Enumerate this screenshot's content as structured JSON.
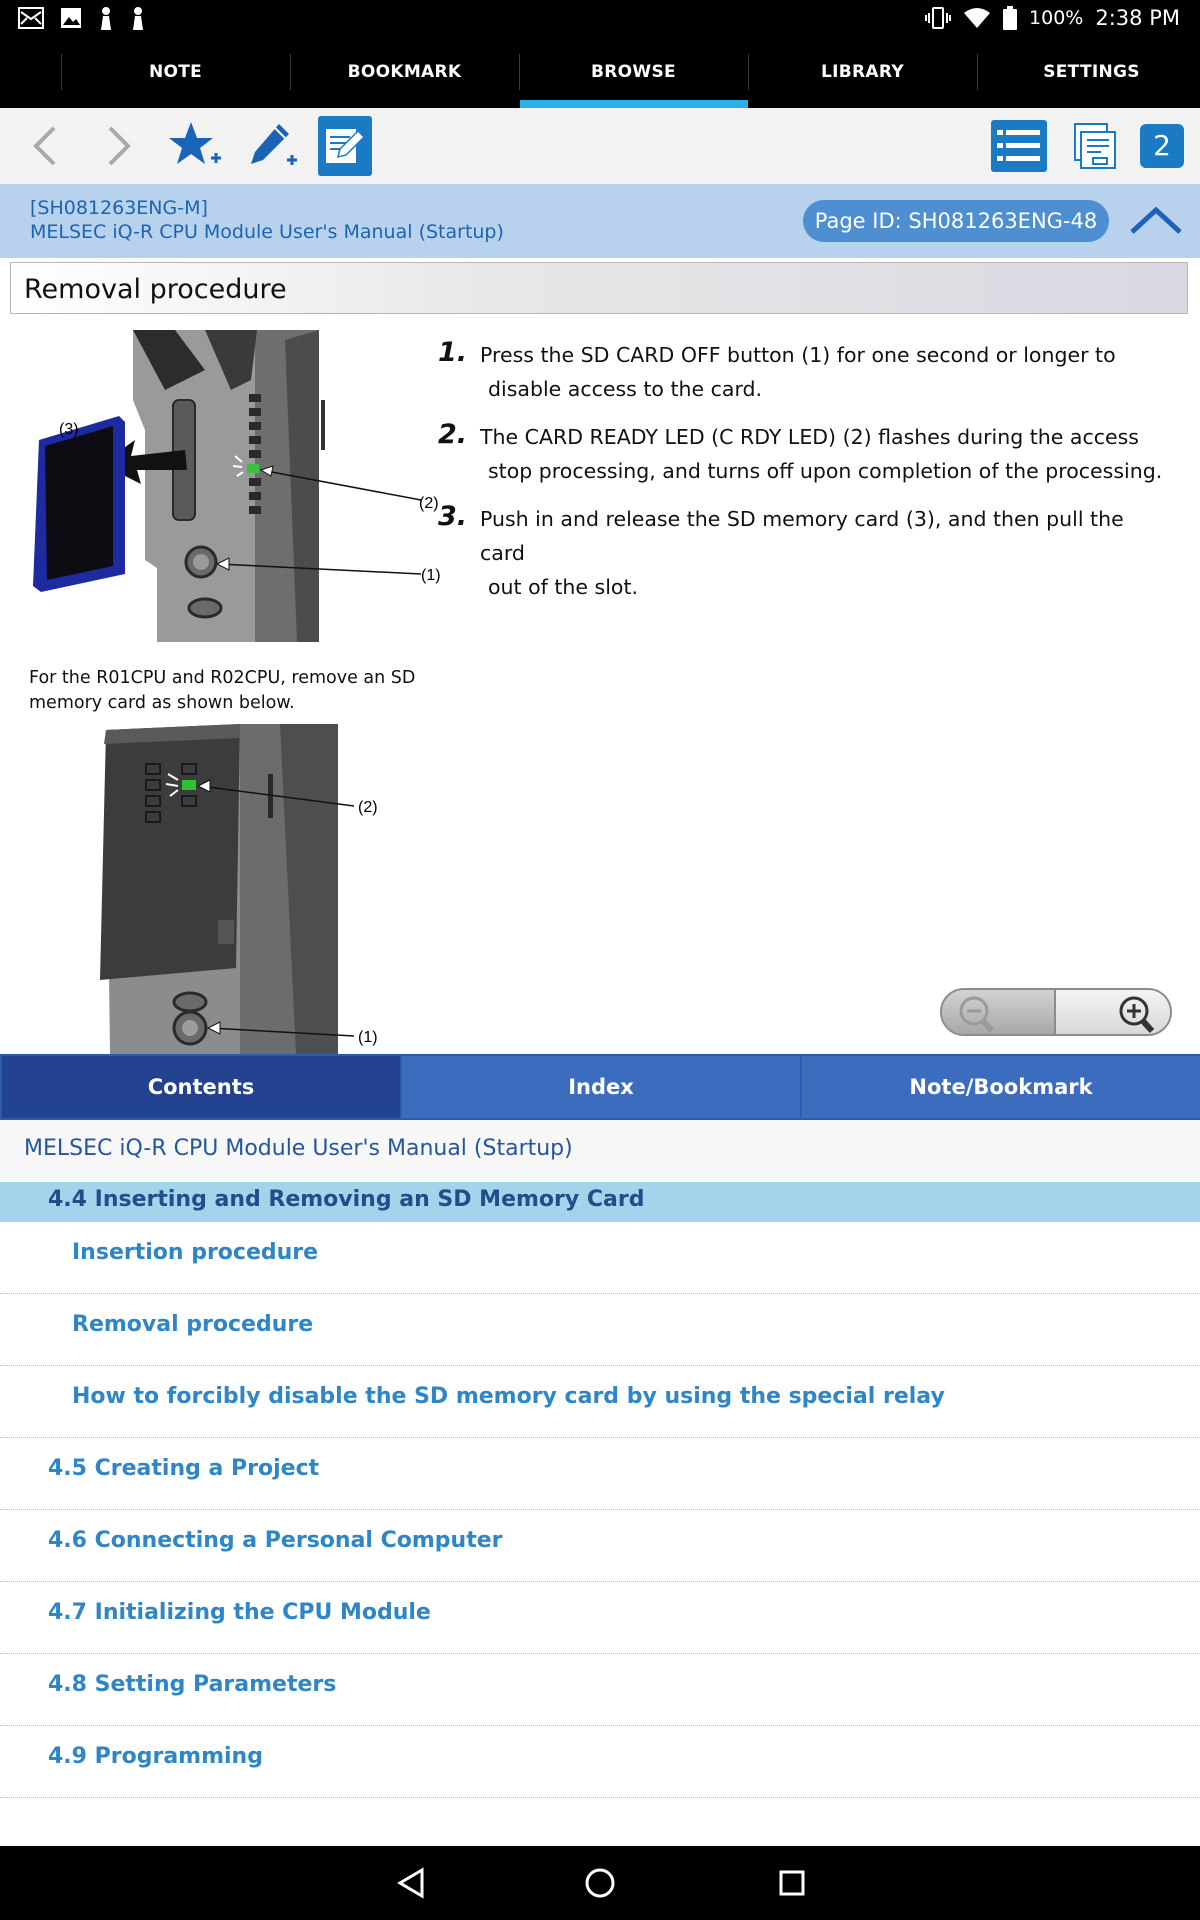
{
  "status_bar": {
    "battery": "100%",
    "time": "2:38 PM",
    "icons": [
      "mail-icon",
      "image-icon",
      "notification-icon",
      "notification-icon",
      "vibrate-icon",
      "wifi-icon",
      "battery-icon"
    ]
  },
  "top_tabs": [
    {
      "label": "NOTE",
      "active": false
    },
    {
      "label": "BOOKMARK",
      "active": false
    },
    {
      "label": "BROWSE",
      "active": true
    },
    {
      "label": "LIBRARY",
      "active": false
    },
    {
      "label": "SETTINGS",
      "active": false
    }
  ],
  "toolbar": {
    "page_count": "2",
    "icons": [
      "back-arrow-icon",
      "forward-arrow-icon",
      "add-bookmark-icon",
      "add-note-icon",
      "edit-note-icon",
      "list-icon",
      "pages-icon"
    ]
  },
  "doc_header": {
    "code": "[SH081263ENG-M]",
    "title": "MELSEC iQ-R CPU Module User's Manual (Startup)",
    "page_id": "Page ID: SH081263ENG-48"
  },
  "section": {
    "title": "Removal procedure",
    "figure1_labels": {
      "card": "(3)",
      "led": "(2)",
      "button": "(1)"
    },
    "caption": "For the R01CPU and R02CPU, remove an SD memory card as shown below.",
    "figure2_labels": {
      "led": "(2)",
      "button": "(1)"
    },
    "steps": [
      {
        "num": "1.",
        "line1": "Press the SD CARD OFF button (1) for one second or longer to",
        "line2": "disable access to the card."
      },
      {
        "num": "2.",
        "line1": "The CARD READY LED (C RDY LED) (2) flashes during the access",
        "line2": "stop processing, and turns off upon completion of the processing."
      },
      {
        "num": "3.",
        "line1": "Push in and release the SD memory card (3), and then pull the card",
        "line2": "out of the slot."
      }
    ]
  },
  "panel_tabs": [
    {
      "label": "Contents",
      "active": true
    },
    {
      "label": "Index",
      "active": false
    },
    {
      "label": "Note/Bookmark",
      "active": false
    }
  ],
  "breadcrumb": "MELSEC iQ-R CPU Module User's Manual (Startup)",
  "toc": [
    {
      "label": "4.4 Inserting and Removing an SD Memory Card",
      "level": 1,
      "current": true
    },
    {
      "label": "Insertion procedure",
      "level": 2,
      "current": false
    },
    {
      "label": "Removal procedure",
      "level": 2,
      "current": false
    },
    {
      "label": "How to forcibly disable the SD memory card by using the special relay",
      "level": 2,
      "current": false
    },
    {
      "label": "4.5 Creating a Project",
      "level": 1,
      "current": false
    },
    {
      "label": "4.6 Connecting a Personal Computer",
      "level": 1,
      "current": false
    },
    {
      "label": "4.7 Initializing the CPU Module",
      "level": 1,
      "current": false
    },
    {
      "label": "4.8 Setting Parameters",
      "level": 1,
      "current": false
    },
    {
      "label": "4.9 Programming",
      "level": 1,
      "current": false
    }
  ],
  "colors": {
    "accent": "#2ab0e8",
    "header_bg": "#b8d2ee",
    "panel_tab_active": "#23428f",
    "toc_link": "#2f86c6",
    "toc_current_bg": "#a4d4ec"
  }
}
